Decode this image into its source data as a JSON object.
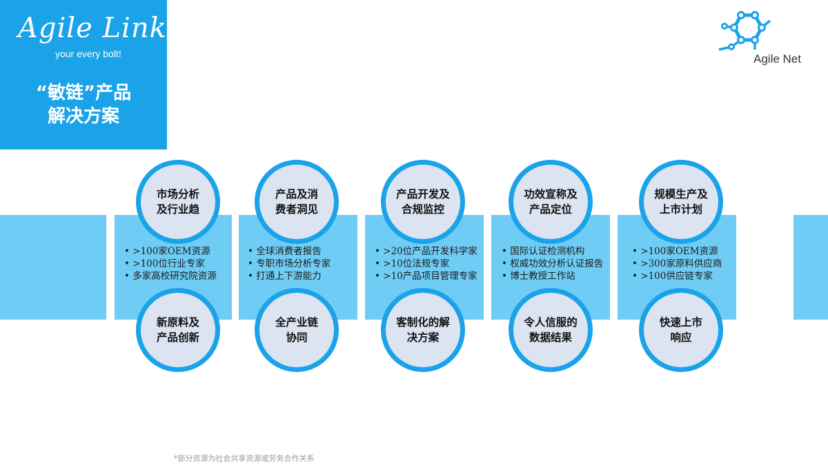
{
  "brand": {
    "logo_text": "Agile Link",
    "tagline": "your every bolt!",
    "title_line1": "“敏链”产品",
    "title_line2": "解决方案"
  },
  "partner_logo": {
    "label": "Agile Net",
    "icon": "hexagon-network-icon"
  },
  "columns": [
    {
      "top_circle": [
        "市场分析",
        "及行业趋"
      ],
      "bullets": [
        ">100家OEM资源",
        ">100位行业专家",
        "多家高校研究院资源"
      ],
      "bottom_circle": [
        "新原料及",
        "产品创新"
      ]
    },
    {
      "top_circle": [
        "产品及消",
        "费者洞见"
      ],
      "bullets": [
        "全球消费者报告",
        "专职市场分析专家",
        "打通上下游能力"
      ],
      "bottom_circle": [
        "全产业链",
        "协同"
      ]
    },
    {
      "top_circle": [
        "产品开发及",
        "合规监控"
      ],
      "bullets": [
        ">20位产品开发科学家",
        ">10位法规专家",
        ">10产品项目管理专家"
      ],
      "bottom_circle": [
        "客制化的解",
        "决方案"
      ]
    },
    {
      "top_circle": [
        "功效宣称及",
        "产品定位"
      ],
      "bullets": [
        "国际认证检测机构",
        "权威功效分析认证报告",
        "博士教授工作站"
      ],
      "bottom_circle": [
        "令人信服的",
        "数据结果"
      ]
    },
    {
      "top_circle": [
        "规模生产及",
        "上市计划"
      ],
      "bullets": [
        ">100家OEM资源",
        ">300家原料供应商",
        ">100供应链专家"
      ],
      "bottom_circle": [
        "快速上市",
        "响应"
      ]
    }
  ],
  "footnote": "*部分资源为社会共享资源或劳务合作关系",
  "colors": {
    "primary_blue": "#1aa3e8",
    "panel_blue": "#6fcdf5",
    "circle_fill": "#dce3f1"
  }
}
